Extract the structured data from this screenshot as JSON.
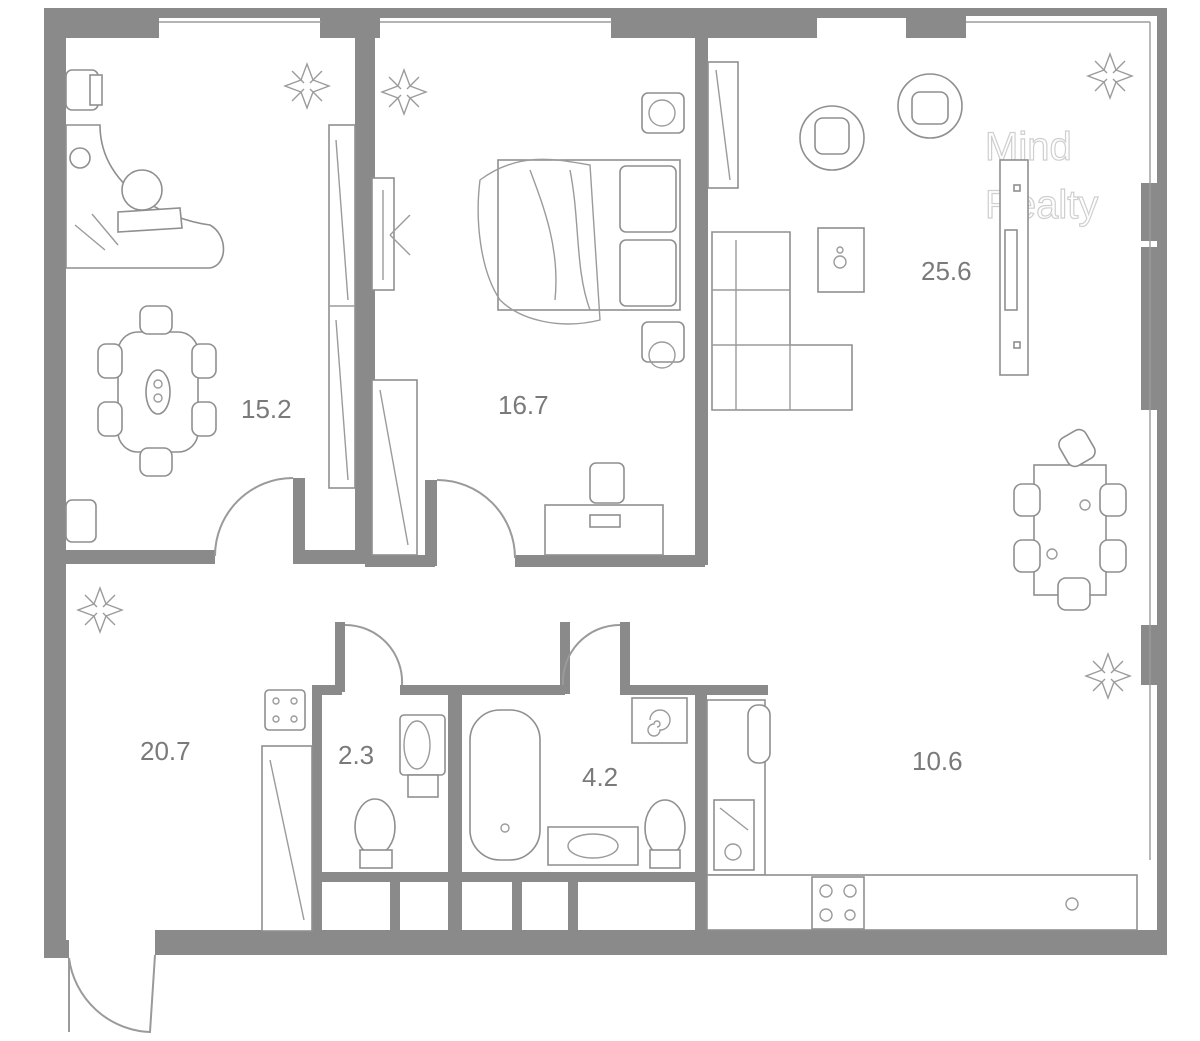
{
  "rooms": [
    {
      "id": "study-dining",
      "area": "15.2"
    },
    {
      "id": "bedroom",
      "area": "16.7"
    },
    {
      "id": "living",
      "area": "25.6"
    },
    {
      "id": "hall",
      "area": "20.7"
    },
    {
      "id": "wc",
      "area": "2.3"
    },
    {
      "id": "bathroom",
      "area": "4.2"
    },
    {
      "id": "kitchen",
      "area": "10.6"
    }
  ],
  "watermark": {
    "line1": "Mind",
    "line2": "Realty"
  },
  "colors": {
    "wall": "#8a8a8a",
    "furniture": "#8f8f8f",
    "text": "#7a7a7a"
  }
}
